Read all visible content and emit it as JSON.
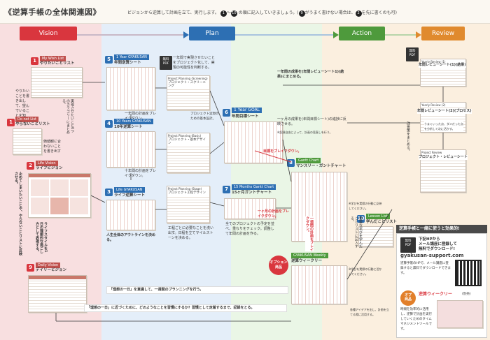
{
  "header": {
    "title": "《逆算手帳の全体関連図》",
    "subtitle_a": "ビジョンから逆算して計画を立て、実行します。",
    "num_start": "1",
    "range_sep": "〜",
    "num_end": "10",
    "subtitle_b": "の順に記入していきましょう。(",
    "num_9": "9",
    "subtitle_c": "がうまく書けない場合は、",
    "num_2": "2",
    "subtitle_d": "を先に書くのも可)"
  },
  "phases": [
    {
      "label": "Vision",
      "color": "#d9363e"
    },
    {
      "label": "Plan",
      "color": "#2d6fb3"
    },
    {
      "label": "Action",
      "color": "#4e9a3c"
    },
    {
      "label": "Review",
      "color": "#e08a2e"
    }
  ],
  "cards": {
    "c1": {
      "num": "1",
      "en": "My Wish List",
      "jp": "やりたいことリスト"
    },
    "c1b": {
      "num": "1",
      "en": "Do not List",
      "jp": "やらないことリスト"
    },
    "c2": {
      "num": "2",
      "en": "Life Vision",
      "jp": "ライフビジョン"
    },
    "c3": {
      "num": "3",
      "en": "Life GYAKUSAN",
      "jp": "ライフ逆算シート"
    },
    "c4": {
      "num": "4",
      "en": "10 Years GYAKUSAN",
      "jp": "10年逆算シート"
    },
    "c5": {
      "num": "5",
      "en": "1 Year GYAKUSAN",
      "jp": "年間逆算シート"
    },
    "c6": {
      "num": "6",
      "en": "1 Year GOAL",
      "jp": "年間目標シート"
    },
    "c7": {
      "num": "7",
      "en": "15 Months Gantt Chart",
      "jp": "15ヶ月ガントチャート"
    },
    "c8": {
      "num": "8",
      "en": "Gantt Chart",
      "jp": "マンスリー・ガントチャート"
    },
    "c9": {
      "num": "9",
      "en": "Daily Vision",
      "jp": "デイリービジョン"
    },
    "c10": {
      "num": "10",
      "en": "Lesson List",
      "jp": "学んだことリスト"
    },
    "weekly": {
      "en": "GYAKUSAN Weekly",
      "jp": "逆算ウィークリー"
    },
    "ps1": {
      "en": "Project Planning (Screening)",
      "jp": "プロジェクト・スクリーニング"
    },
    "ps2": {
      "en": "Project Planning (Basic)",
      "jp": "プロジェクト・基本デザイン"
    },
    "ps3": {
      "en": "Project Planning (Stage)",
      "jp": "プロジェクト工程デザイン"
    },
    "rv1": {
      "en": "Yearly Review (1)",
      "jp": "年間レビューシート(1)(結果)"
    },
    "rv2": {
      "en": "Yearly Review (2)",
      "jp": "年間レビューシート(2)(プロセス)"
    },
    "rv3": {
      "en": "Project Review",
      "jp": "プロジェクト・レビューシート"
    }
  },
  "pdf_label": "無料\nPDF",
  "option_label": "オプション\n商品",
  "notes": {
    "n_wish": "やりたいことを書き出して、望んでいることを知る。",
    "n_notdo": "価値観に合わないことを書き出す",
    "n_vision_side": "実現させたいこと6つのカテゴリーにまとめる。",
    "n_daily": "ライフスタイルを1日の理想的な過ごし方として表現する。",
    "n_stop": "止めてしまいたいことや、やらないことリストに反映させる。",
    "n_life": "人生全体のアウトラインを決める。",
    "n_10y": "十年間の計画をブレイクダウン。",
    "n_1y": "一年間の計画をブレイクダウン。",
    "n_proj_top": "一年間で実現させたいことをプロジェクト化して、実現の可能性を判断する。",
    "n_proj_mid": "プロジェクト実現のための基本設計。",
    "n_proj_stage": "工程ごとに必要なことを洗い出す。日程を立てマイルストーンを決める。",
    "n_gantt15": "全てのプロジェクトの予定を並べ、重なりをチェック。調整して年間の計画を作る。",
    "n_goal": "目標をブレイクダウン。",
    "n_month": "一ヶ月の成果を(年間目標シート)の進捗に反映させる。",
    "n_month_sub": "※記録自由によって、計画の見直しを行う。",
    "n_yearresult": "一年間の成果を(年間レビューシート1)(結果)にまとめる。",
    "n_gantt_bd": "一ヶ月の計画をブレイクダウン。",
    "n_week_bd": "一週間の計画をブレイクダウン。",
    "n_lesson_a": "重要な学びを学んだことリストに記入する。",
    "n_lesson_b": "※学びを実際の行動に反映してください。",
    "n_lesson_c": "※学びを実際の行動に活かしてください。",
    "n_weekly_plan": "「理想の一日」を意識して、一週間のプランニングを行う。",
    "n_habit": "「理想の一日」に近づくために、どのようなことを習慣にするか？習慣として定着するまで、記録をとる。",
    "n_review_a": "うまくいった点、ダメだった点を分析して次に活かす。",
    "n_review_b": "改善策をまとめる。",
    "n_gyakusan_memo": "各種アイデアを出し、計画を立てる際に活用する。"
  },
  "promo": {
    "title": "逆算手帳と一緒に使うと効果的!",
    "cta": "下記HPから\nメール講座に登録して\n無料でダウンロード!",
    "url": "gyakusan-support.com",
    "desc": "逆算手帳のHPで、メール講座に登録すると無料でダウンロードできます。",
    "option_title": "逆算ウィークリー",
    "option_note": "(別売)",
    "option_desc": "時間を効率的に活用し、逆算で計画を実行していくためのタイムマネジメントツールです。"
  }
}
